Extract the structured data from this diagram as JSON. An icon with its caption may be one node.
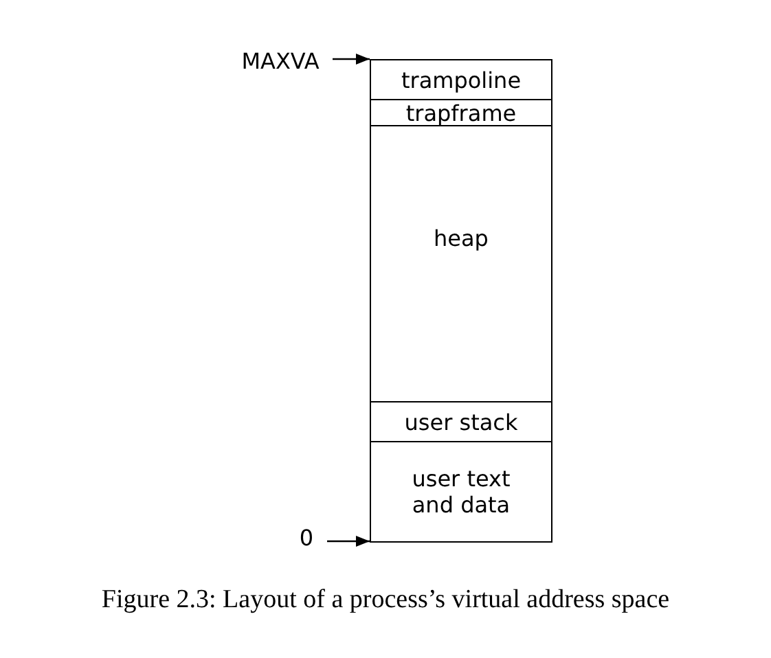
{
  "diagram": {
    "caption": "Figure 2.3: Layout of a process’s virtual address space",
    "nodes": [
      {
        "text": [
          "MAXVA"
        ]
      },
      {
        "text": [
          "trampoline"
        ]
      },
      {
        "text": [
          "trapframe"
        ]
      },
      {
        "text": [
          "heap"
        ]
      },
      {
        "text": [
          "user stack"
        ]
      },
      {
        "text": [
          "user text and data"
        ]
      },
      {
        "text": [
          "0"
        ]
      }
    ],
    "edges": [
      {
        "from": 0,
        "to": 1,
        "arrow": "to"
      },
      {
        "from": 6,
        "to": 5,
        "arrow": "to"
      }
    ]
  }
}
